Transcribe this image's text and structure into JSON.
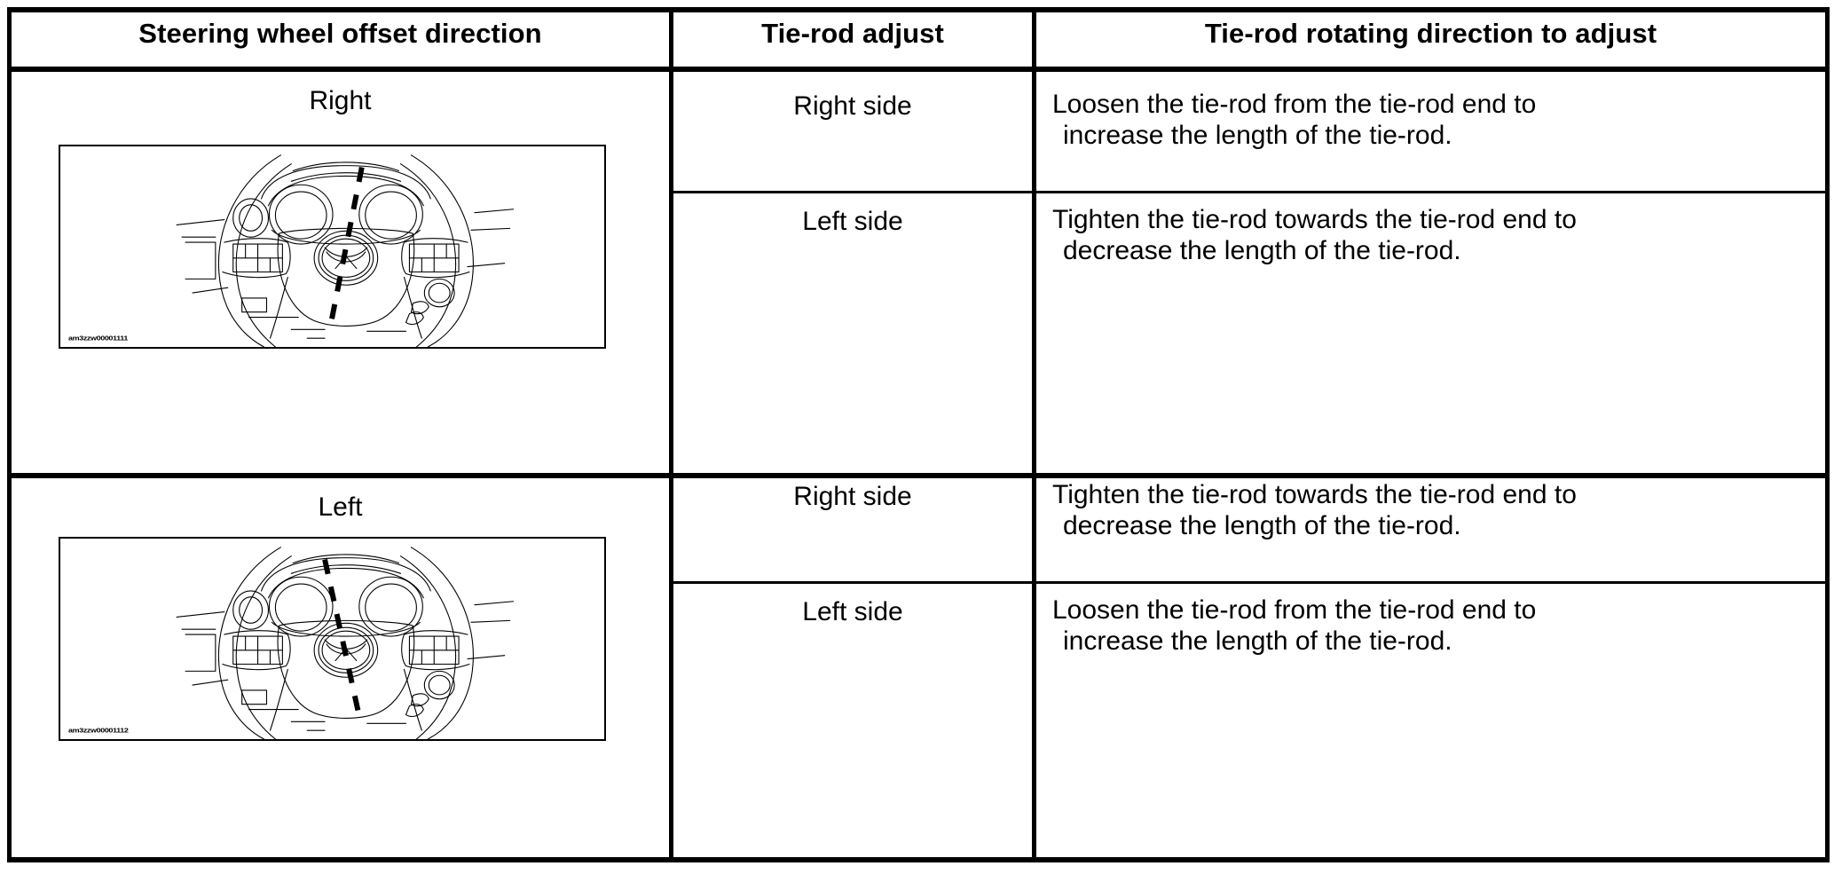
{
  "document": {
    "type": "service-manual-table",
    "background_color": "#ffffff",
    "line_color": "#000000"
  },
  "table": {
    "headers": [
      "Steering wheel offset direction",
      "Tie-rod adjust",
      "Tie-rod rotating direction to adjust"
    ],
    "rows": [
      {
        "direction": "Right",
        "figure": {
          "id": "am3zzw00001111",
          "alt": "Steering wheel line drawing with dashed centerline tilted to the right",
          "tilt": "right",
          "tilt_degrees": 7
        },
        "subrows": [
          {
            "side": "Right side",
            "line1": "Loosen the tie-rod from the tie-rod end to",
            "line2": "increase the length of the tie-rod."
          },
          {
            "side": "Left side",
            "line1": "Tighten the tie-rod towards the tie-rod end to",
            "line2": "decrease the length of the tie-rod."
          }
        ]
      },
      {
        "direction": "Left",
        "figure": {
          "id": "am3zzw00001112",
          "alt": "Steering wheel line drawing with dashed centerline tilted to the left",
          "tilt": "left",
          "tilt_degrees": -7
        },
        "subrows": [
          {
            "side": "Right side",
            "line1": "Tighten the tie-rod towards the tie-rod end to",
            "line2": "decrease the length of the tie-rod."
          },
          {
            "side": "Left side",
            "line1": "Loosen the tie-rod from the tie-rod end to",
            "line2": "increase the length of the tie-rod."
          }
        ]
      }
    ]
  }
}
